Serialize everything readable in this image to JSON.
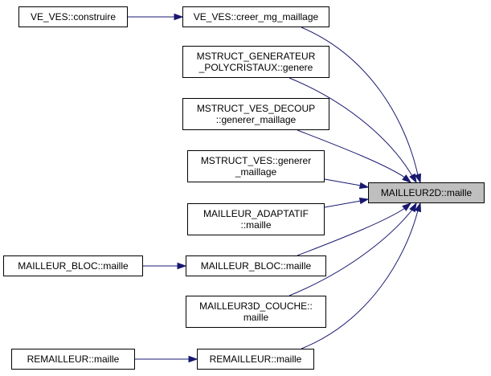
{
  "diagram": {
    "nodes": [
      {
        "id": "ve_ves_construire",
        "lines": [
          "VE_VES::construire"
        ]
      },
      {
        "id": "ve_ves_creer_mg_maillage",
        "lines": [
          "VE_VES::creer_mg_maillage"
        ]
      },
      {
        "id": "mstruct_generateur_polycristaux_genere",
        "lines": [
          "MSTRUCT_GENERATEUR",
          "_POLYCRISTAUX::genere"
        ]
      },
      {
        "id": "mstruct_ves_decoup_generer_maillage",
        "lines": [
          "MSTRUCT_VES_DECOUP",
          "::generer_maillage"
        ]
      },
      {
        "id": "mstruct_ves_generer_maillage",
        "lines": [
          "MSTRUCT_VES::generer",
          "_maillage"
        ]
      },
      {
        "id": "mailleur_adaptatif_maille",
        "lines": [
          "MAILLEUR_ADAPTATIF",
          "::maille"
        ]
      },
      {
        "id": "mailleur_bloc_maille_caller",
        "lines": [
          "MAILLEUR_BLOC::maille"
        ]
      },
      {
        "id": "mailleur_bloc_maille",
        "lines": [
          "MAILLEUR_BLOC::maille"
        ]
      },
      {
        "id": "mailleur3d_couche_maille",
        "lines": [
          "MAILLEUR3D_COUCHE::",
          "maille"
        ]
      },
      {
        "id": "remailleur_maille_caller",
        "lines": [
          "REMAILLEUR::maille"
        ]
      },
      {
        "id": "remailleur_maille",
        "lines": [
          "REMAILLEUR::maille"
        ]
      },
      {
        "id": "mailleur2d_maille",
        "lines": [
          "MAILLEUR2D::maille"
        ],
        "highlighted": true
      }
    ],
    "edges": [
      {
        "from": "ve_ves_construire",
        "to": "ve_ves_creer_mg_maillage"
      },
      {
        "from": "ve_ves_creer_mg_maillage",
        "to": "mailleur2d_maille"
      },
      {
        "from": "mstruct_generateur_polycristaux_genere",
        "to": "mailleur2d_maille"
      },
      {
        "from": "mstruct_ves_decoup_generer_maillage",
        "to": "mailleur2d_maille"
      },
      {
        "from": "mstruct_ves_generer_maillage",
        "to": "mailleur2d_maille"
      },
      {
        "from": "mailleur_adaptatif_maille",
        "to": "mailleur2d_maille"
      },
      {
        "from": "mailleur_bloc_maille_caller",
        "to": "mailleur_bloc_maille"
      },
      {
        "from": "mailleur_bloc_maille",
        "to": "mailleur2d_maille"
      },
      {
        "from": "mailleur3d_couche_maille",
        "to": "mailleur2d_maille"
      },
      {
        "from": "remailleur_maille_caller",
        "to": "remailleur_maille"
      },
      {
        "from": "remailleur_maille",
        "to": "mailleur2d_maille"
      }
    ],
    "colors": {
      "edge": "#191970",
      "node_border": "#000000",
      "node_fill": "#ffffff",
      "highlight_fill": "#bfbfbf"
    }
  }
}
